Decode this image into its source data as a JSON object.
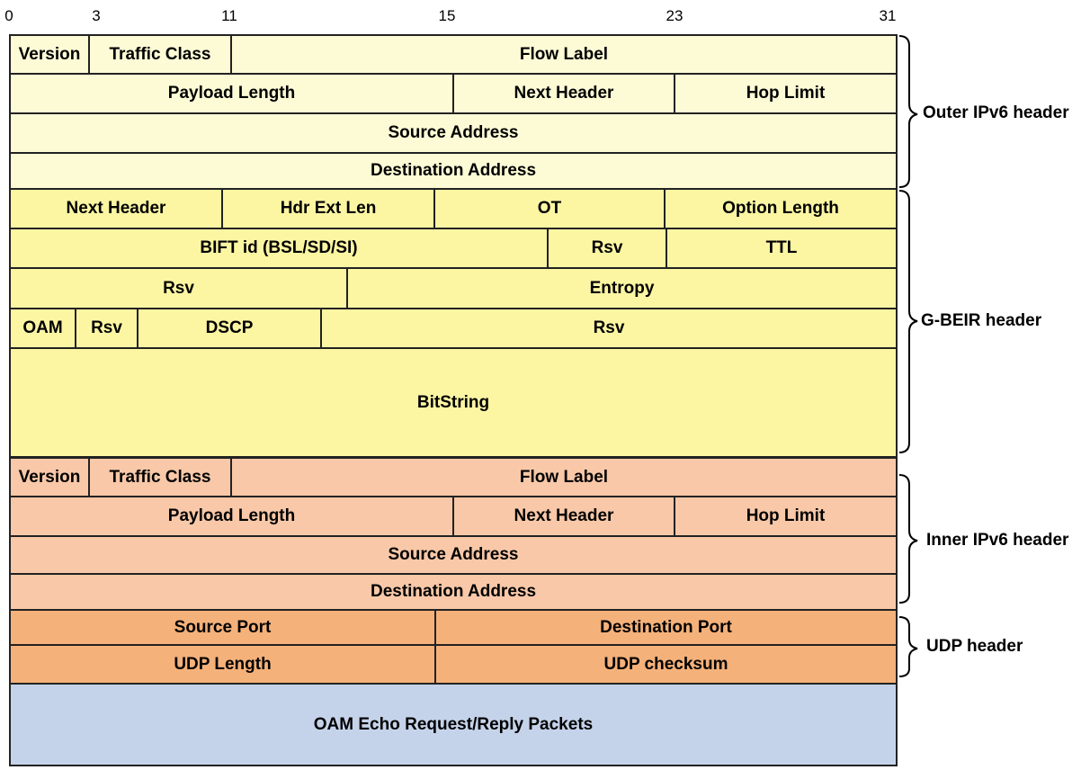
{
  "bit_positions": [
    "0",
    "3",
    "11",
    "15",
    "23",
    "31"
  ],
  "outer_ipv6": {
    "version": "Version",
    "traffic_class": "Traffic Class",
    "flow_label": "Flow Label",
    "payload_length": "Payload Length",
    "next_header": "Next Header",
    "hop_limit": "Hop Limit",
    "source_address": "Source Address",
    "destination_address": "Destination Address"
  },
  "gbeir": {
    "next_header": "Next Header",
    "hdr_ext_len": "Hdr Ext Len",
    "ot": "OT",
    "option_length": "Option Length",
    "bift_id": "BIFT id (BSL/SD/SI)",
    "rsv": "Rsv",
    "ttl": "TTL",
    "entropy": "Entropy",
    "oam": "OAM",
    "dscp": "DSCP",
    "bitstring": "BitString"
  },
  "inner_ipv6": {
    "version": "Version",
    "traffic_class": "Traffic Class",
    "flow_label": "Flow Label",
    "payload_length": "Payload Length",
    "next_header": "Next Header",
    "hop_limit": "Hop Limit",
    "source_address": "Source Address",
    "destination_address": "Destination Address"
  },
  "udp": {
    "source_port": "Source Port",
    "destination_port": "Destination Port",
    "udp_length": "UDP Length",
    "udp_checksum": "UDP checksum"
  },
  "payload": "OAM Echo Request/Reply Packets",
  "group_labels": {
    "outer": "Outer IPv6 header",
    "gbeir": "G-BEIR header",
    "inner": "Inner IPv6 header",
    "udp": "UDP header"
  },
  "colors": {
    "outer_ipv6": "#fdfbd6",
    "gbeir": "#fcf6a3",
    "inner_ipv6": "#f8c8a8",
    "udp": "#f5b17a",
    "payload": "#c5d3ea"
  }
}
